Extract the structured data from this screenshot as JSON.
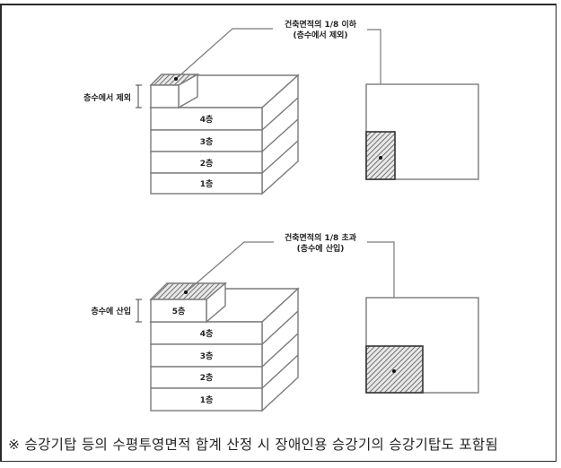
{
  "diagram": {
    "top": {
      "callout_line1": "건축면적의 1/8 이하",
      "callout_line2": "(층수에서 제외)",
      "side_label": "층수에서 제외",
      "floors": [
        "4층",
        "3층",
        "2층",
        "1층"
      ],
      "penthouse_label": ""
    },
    "bottom": {
      "callout_line1": "건축면적의 1/8 초과",
      "callout_line2": "(층수에 산입)",
      "side_label": "층수에 산입",
      "floors": [
        "4층",
        "3층",
        "2층",
        "1층"
      ],
      "penthouse_label": "5층"
    }
  },
  "footnote": "※ 승강기탑 등의 수평투영면적 합계 산정 시 장애인용 승강기의 승강기탑도 포함됨",
  "colors": {
    "line": "#7a7a7a",
    "hatch": "#555555",
    "frame": "#2a2a2a",
    "text": "#222222"
  }
}
